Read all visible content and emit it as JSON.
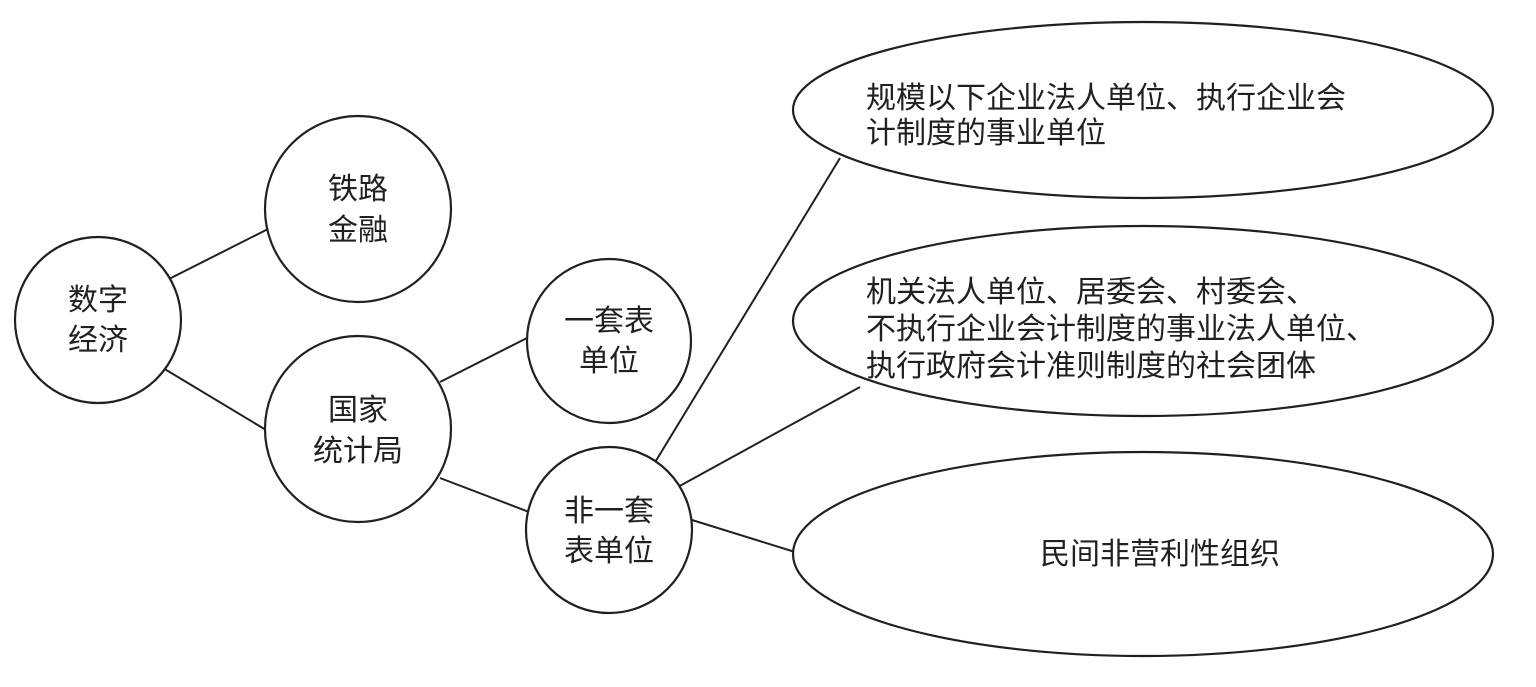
{
  "diagram": {
    "root": {
      "lines": [
        "数字",
        "经济"
      ]
    },
    "railway_finance": {
      "lines": [
        "铁路",
        "金融"
      ]
    },
    "nbs": {
      "lines": [
        "国家",
        "统计局"
      ]
    },
    "one_set": {
      "lines": [
        "一套表",
        "单位"
      ]
    },
    "non_one_set": {
      "lines": [
        "非一套",
        "表单位"
      ]
    },
    "ellipse1": {
      "lines": [
        "规模以下企业法人单位、执行企业会",
        "计制度的事业单位"
      ]
    },
    "ellipse2": {
      "lines": [
        "机关法人单位、居委会、村委会、",
        "不执行企业会计制度的事业法人单位、",
        "执行政府会计准则制度的社会团体"
      ]
    },
    "ellipse3": {
      "lines": [
        "民间非营利性组织"
      ]
    }
  }
}
